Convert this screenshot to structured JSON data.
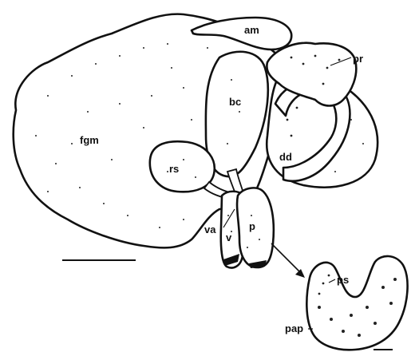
{
  "labels": {
    "am": "am",
    "pr": "pr",
    "bc": "bc",
    "fgm": "fgm",
    "rs": "rs",
    "dd": "dd",
    "va": "va",
    "v": "v",
    "p": "p",
    "ps": "ps",
    "pap": "pap"
  }
}
